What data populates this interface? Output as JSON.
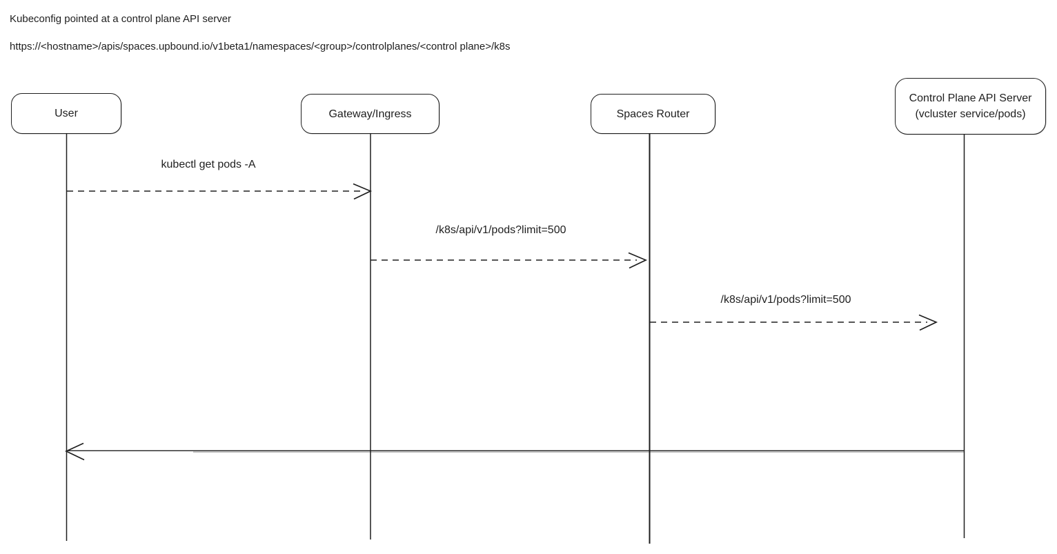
{
  "header": {
    "title": "Kubeconfig pointed at a control plane API server",
    "url": "https://<hostname>/apis/spaces.upbound.io/v1beta1/namespaces/<group>/controlplanes/<control plane>/k8s"
  },
  "colors": {
    "stroke": "#1e1e1e",
    "background": "#ffffff"
  },
  "actors": {
    "user": {
      "label": "User"
    },
    "gateway": {
      "label": "Gateway/Ingress"
    },
    "router": {
      "label": "Spaces Router"
    },
    "control_plane": {
      "label_line1": "Control Plane API Server",
      "label_line2": "(vcluster service/pods)"
    }
  },
  "messages": {
    "m1": {
      "label": "kubectl get pods -A",
      "from": "User",
      "to": "Gateway/Ingress",
      "style": "dashed"
    },
    "m2": {
      "label": "/k8s/api/v1/pods?limit=500",
      "from": "Gateway/Ingress",
      "to": "Spaces Router",
      "style": "dashed"
    },
    "m3": {
      "label": "/k8s/api/v1/pods?limit=500",
      "from": "Spaces Router",
      "to": "Control Plane API Server",
      "style": "dashed"
    },
    "m4": {
      "label": "",
      "from": "Control Plane API Server",
      "to": "User",
      "style": "solid"
    }
  }
}
